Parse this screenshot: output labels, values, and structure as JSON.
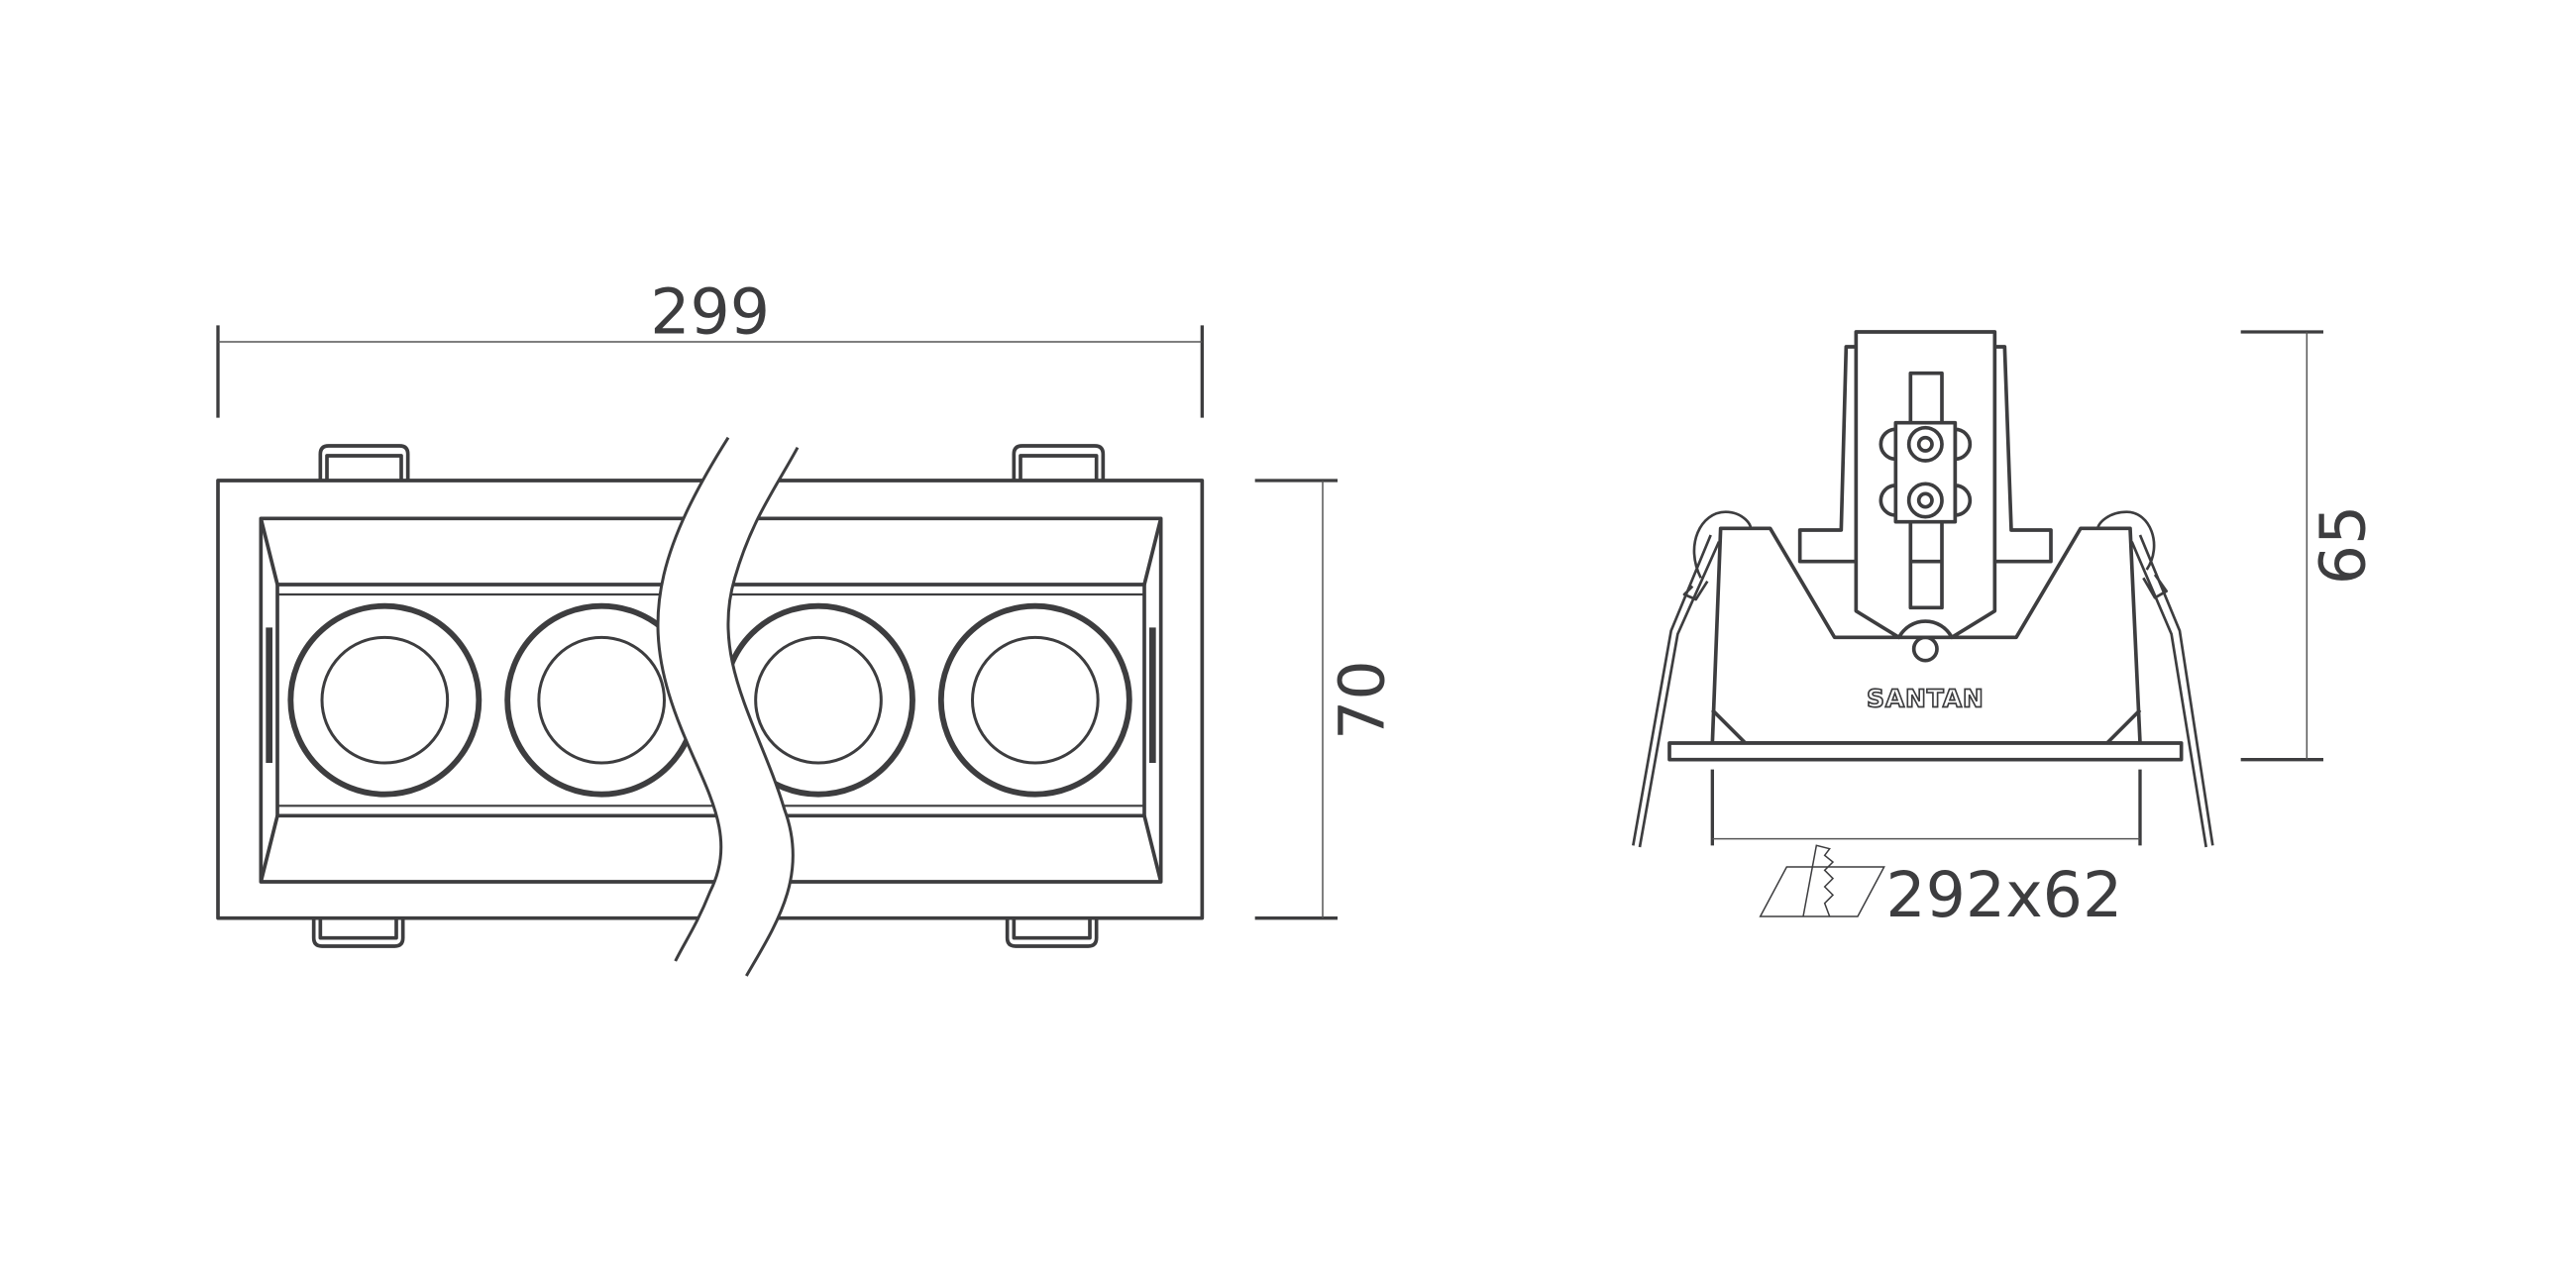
{
  "drawing": {
    "front_view": {
      "width_dimension": "299",
      "height_dimension": "70",
      "lens_count": 4
    },
    "side_view": {
      "height_dimension": "65",
      "cutout_dimension": "292x62",
      "brand_logo": "SANTAN"
    },
    "colors": {
      "line": "#3d3d3f",
      "background": "#ffffff"
    }
  }
}
